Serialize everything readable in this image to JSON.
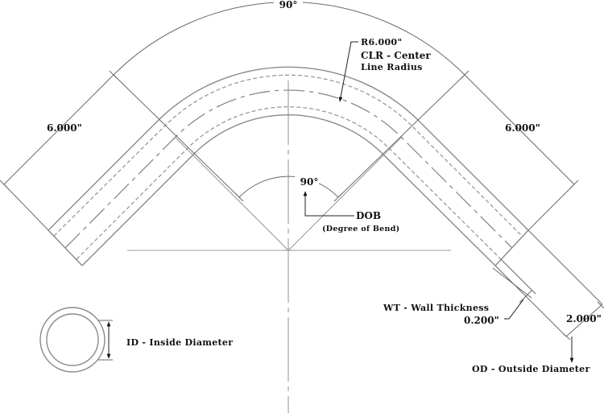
{
  "labels": {
    "bend_angle_top": "90°",
    "leg_left": "6.000\"",
    "leg_right": "6.000\"",
    "radius_value": "R6.000\"",
    "clr_line1": "CLR - Center",
    "clr_line2": "Line Radius",
    "dob_angle": "90°",
    "dob_title": "DOB",
    "dob_subtitle": "(Degree of Bend)",
    "wt_title": "WT - Wall Thickness",
    "wt_value": "0.200\"",
    "od_value": "2.000\"",
    "od_title": "OD - Outside Diameter",
    "id_title": "ID - Inside Diameter"
  },
  "colors": {
    "line": "#8a8a8a",
    "text": "#111111",
    "background": "#ffffff"
  }
}
